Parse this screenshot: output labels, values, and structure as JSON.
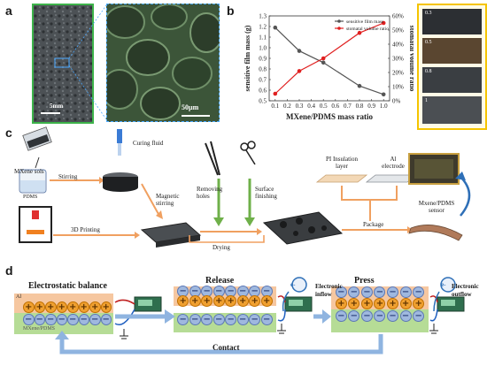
{
  "panels": {
    "a": "a",
    "b": "b",
    "c": "c",
    "d": "d"
  },
  "panel_a": {
    "scale_left": "5mm",
    "scale_right": "50µm"
  },
  "chart_data": {
    "type": "line",
    "x": [
      0.1,
      0.3,
      0.5,
      0.8,
      1.0
    ],
    "xlabel": "MXene/PDMS mass ratio",
    "ylabel_left": "sensitive film mass (g)",
    "ylabel_right": "stomatal volume ratio",
    "xlim": [
      0.05,
      1.05
    ],
    "ylim_left": [
      0.5,
      1.3
    ],
    "ylim_right": [
      0,
      60
    ],
    "x_ticks": [
      "0.1",
      "0.2",
      "0.3",
      "0.4",
      "0.5",
      "0.6",
      "0.7",
      "0.8",
      "0.9",
      "1.0"
    ],
    "y_ticks_left": [
      "0.5",
      "0.6",
      "0.7",
      "0.8",
      "0.9",
      "1.0",
      "1.1",
      "1.2",
      "1.3"
    ],
    "y_ticks_right": [
      "0%",
      "10%",
      "20%",
      "30%",
      "40%",
      "50%",
      "60%"
    ],
    "series": [
      {
        "name": "sensitive film mass",
        "axis": "left",
        "color": "#555555",
        "values": [
          1.19,
          0.97,
          0.86,
          0.64,
          0.56
        ]
      },
      {
        "name": "stomatal volume ratio",
        "axis": "right",
        "color": "#e02020",
        "values": [
          5,
          21,
          30,
          48,
          55
        ]
      }
    ],
    "legend_position": "top-right"
  },
  "thumbs": [
    "0.3",
    "0.5",
    "0.8",
    "1"
  ],
  "panel_c": {
    "mxene_sols": "MXene sols",
    "pdms": "PDMS",
    "stirring": "Stirring",
    "curing_fluid": "Curing fluid",
    "magnetic_stirring": "Magnetic stirring",
    "printing": "3D Printing",
    "drying": "Drying",
    "removing_holes": "Removing holes",
    "surface_finishing": "Surface finishing",
    "pi_layer": "PI Insulation layer",
    "al_electrode": "Al electrode",
    "package": "Package",
    "sensor": "Mxene/PDMS sensor"
  },
  "panel_d": {
    "electrostatic_balance": "Electrostatic balance",
    "al": "Al",
    "mxene_pdms": "MXene/PDMS",
    "release": "Release",
    "press": "Press",
    "electron": "e-",
    "electronic_inflow": "Electronic inflow",
    "electronic_outflow": "Electronic outflow",
    "contact": "Contact"
  }
}
